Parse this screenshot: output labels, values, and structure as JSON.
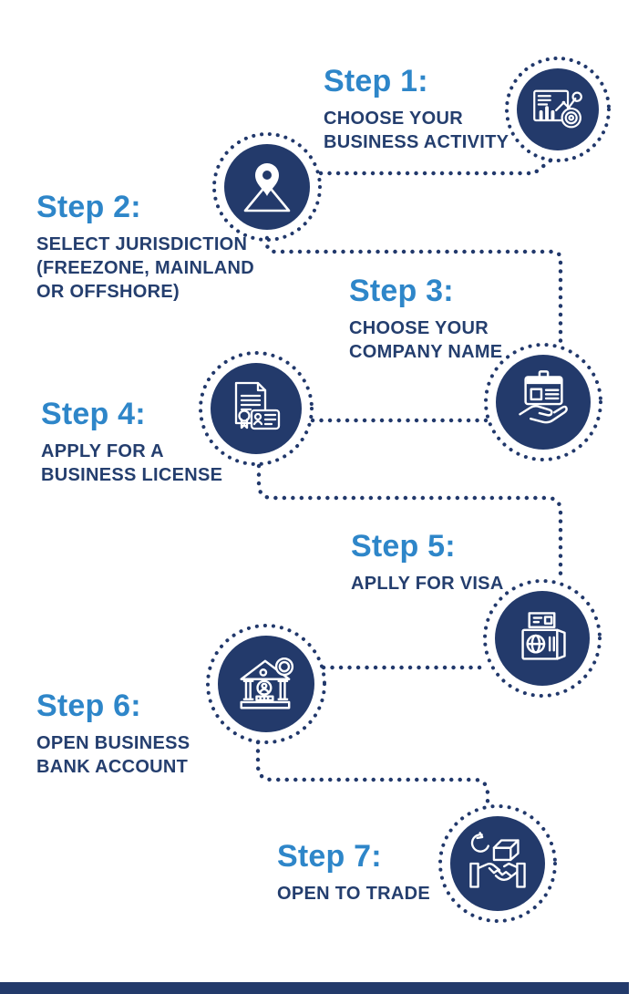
{
  "page": {
    "background": "#ffffff",
    "accent_blue": "#2E86C9",
    "text_navy": "#243E6E",
    "circle_navy": "#233A6B",
    "dot_color": "#21386B",
    "footer_bar_color": "#233A6B"
  },
  "steps": [
    {
      "id": 1,
      "title": "Step 1:",
      "description": "CHOOSE YOUR\nBUSINESS ACTIVITY",
      "icon": "analytics-chart-icon"
    },
    {
      "id": 2,
      "title": "Step 2:",
      "description": "SELECT JURISDICTION\n(FREEZONE, MAINLAND\nOR OFFSHORE)",
      "icon": "location-pin-icon"
    },
    {
      "id": 3,
      "title": "Step 3:",
      "description": "CHOOSE YOUR\nCOMPANY NAME",
      "icon": "id-badge-hand-icon"
    },
    {
      "id": 4,
      "title": "Step 4:",
      "description": "APPLY FOR A\nBUSINESS LICENSE",
      "icon": "license-certificate-icon"
    },
    {
      "id": 5,
      "title": "Step 5:",
      "description": "APLLY FOR VISA",
      "icon": "passport-visa-icon"
    },
    {
      "id": 6,
      "title": "Step 6:",
      "description": "OPEN BUSINESS\nBANK ACCOUNT",
      "icon": "bank-building-icon"
    },
    {
      "id": 7,
      "title": "Step 7:",
      "description": "OPEN TO TRADE",
      "icon": "handshake-trade-icon"
    }
  ]
}
